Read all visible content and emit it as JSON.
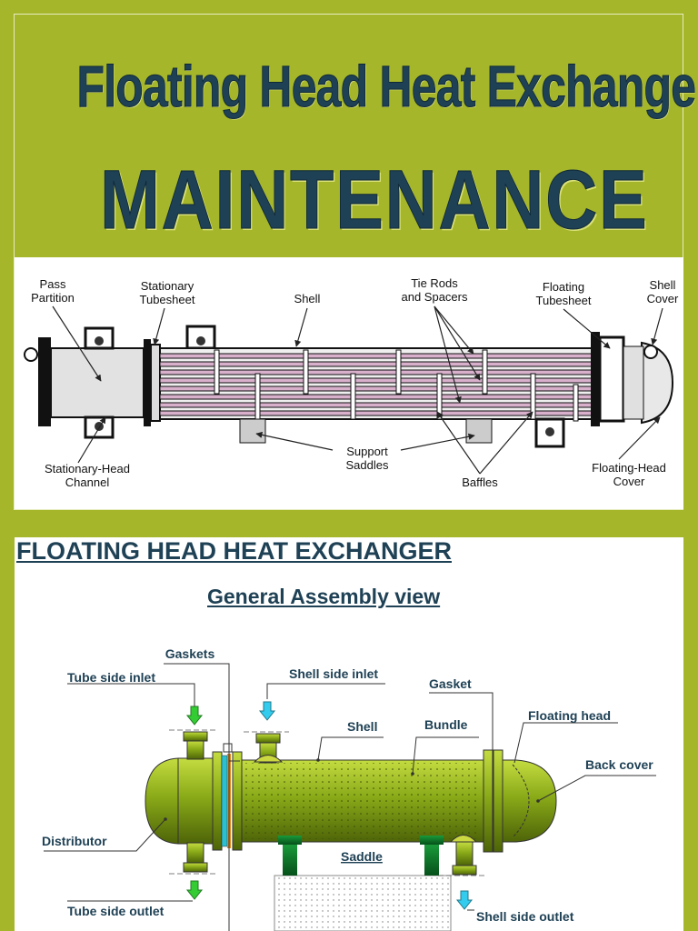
{
  "title": {
    "line1": "Floating Head Heat Exchanger",
    "line2": "MAINTENANCE"
  },
  "diagram_top": {
    "labels": {
      "pass_partition": [
        "Pass",
        "Partition"
      ],
      "stationary_tubesheet": [
        "Stationary",
        "Tubesheet"
      ],
      "shell": "Shell",
      "tie_rods": [
        "Tie Rods",
        "and Spacers"
      ],
      "floating_tubesheet": [
        "Floating",
        "Tubesheet"
      ],
      "shell_cover": [
        "Shell",
        "Cover"
      ],
      "stationary_head_channel": [
        "Stationary-Head",
        "Channel"
      ],
      "support_saddles": [
        "Support",
        "Saddles"
      ],
      "baffles": "Baffles",
      "floating_head_cover": [
        "Floating-Head",
        "Cover"
      ]
    },
    "colors": {
      "tubes": "#d8b0cc",
      "shell": "#e0e0e0",
      "outline": "#222222"
    }
  },
  "section": {
    "heading": "FLOATING HEAD HEAT EXCHANGER",
    "subheading": "General Assembly view"
  },
  "diagram_bottom": {
    "labels": {
      "gaskets": "Gaskets",
      "tube_side_inlet": "Tube side inlet",
      "shell_side_inlet": "Shell side inlet",
      "gasket": "Gasket",
      "shell": "Shell",
      "bundle": "Bundle",
      "floating_head": "Floating head",
      "back_cover": "Back cover",
      "distributor": "Distributor",
      "saddle": "Saddle",
      "tube_side_outlet": "Tube side outlet",
      "shell_side_outlet": "Shell side outlet"
    },
    "colors": {
      "body": "#7a9a14",
      "saddle": "#0a7a2a",
      "arrow_green": "#33cc33",
      "arrow_cyan": "#33ccee"
    }
  },
  "colors": {
    "background": "#a5b62a",
    "title": "#1f4155"
  }
}
